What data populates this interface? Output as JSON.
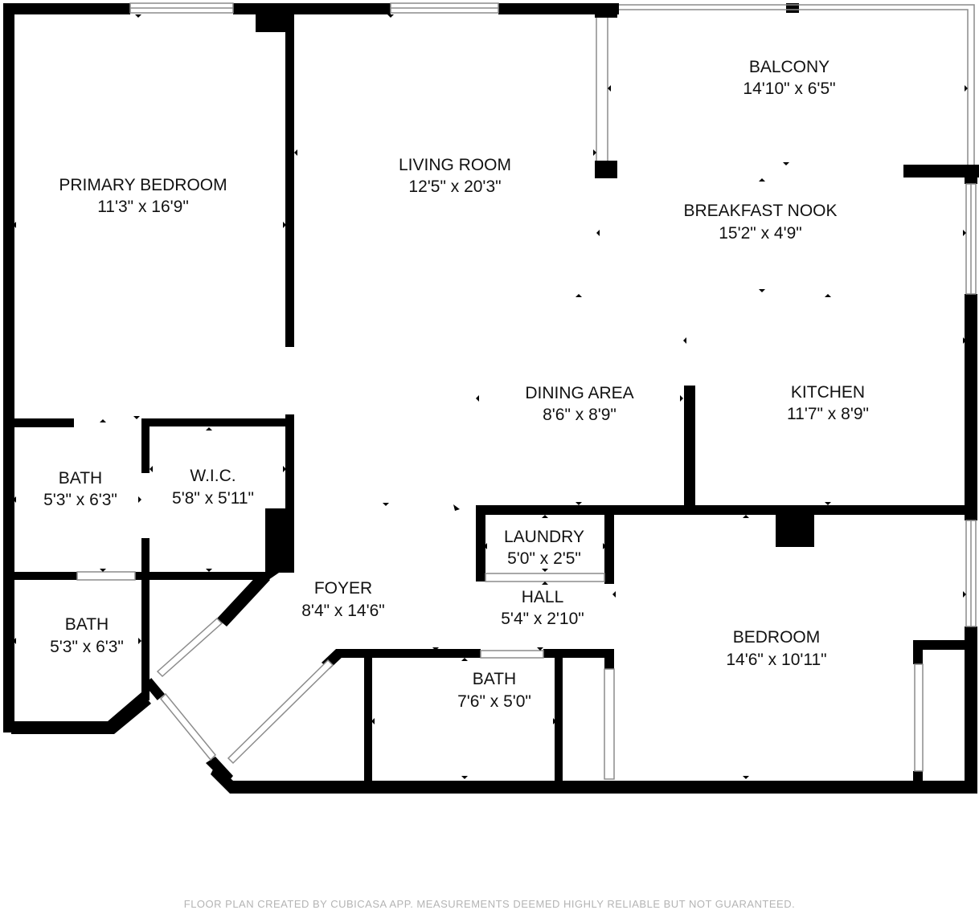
{
  "rooms": [
    {
      "id": "primary-bedroom",
      "name": "PRIMARY BEDROOM",
      "dims": "11'3\" x 16'9\""
    },
    {
      "id": "living-room",
      "name": "LIVING ROOM",
      "dims": "12'5\" x 20'3\""
    },
    {
      "id": "balcony",
      "name": "BALCONY",
      "dims": "14'10\" x 6'5\""
    },
    {
      "id": "breakfast-nook",
      "name": "BREAKFAST NOOK",
      "dims": "15'2\" x 4'9\""
    },
    {
      "id": "dining-area",
      "name": "DINING AREA",
      "dims": "8'6\" x 8'9\""
    },
    {
      "id": "kitchen",
      "name": "KITCHEN",
      "dims": "11'7\" x 8'9\""
    },
    {
      "id": "bath-1",
      "name": "BATH",
      "dims": "5'3\" x 6'3\""
    },
    {
      "id": "wic",
      "name": "W.I.C.",
      "dims": "5'8\" x 5'11\""
    },
    {
      "id": "laundry",
      "name": "LAUNDRY",
      "dims": "5'0\" x 2'5\""
    },
    {
      "id": "foyer",
      "name": "FOYER",
      "dims": "8'4\" x 14'6\""
    },
    {
      "id": "hall",
      "name": "HALL",
      "dims": "5'4\" x 2'10\""
    },
    {
      "id": "bath-2",
      "name": "BATH",
      "dims": "5'3\" x 6'3\""
    },
    {
      "id": "bedroom",
      "name": "BEDROOM",
      "dims": "14'6\" x 10'11\""
    },
    {
      "id": "bath-3",
      "name": "BATH",
      "dims": "7'6\" x 5'0\""
    }
  ],
  "footer": "FLOOR PLAN CREATED BY CUBICASA APP. MEASUREMENTS DEEMED HIGHLY RELIABLE BUT NOT GUARANTEED.",
  "colors": {
    "wall": "#000000",
    "window_frame": "#8c8c8c",
    "background": "#ffffff",
    "footer_text": "#b4b4b4"
  }
}
